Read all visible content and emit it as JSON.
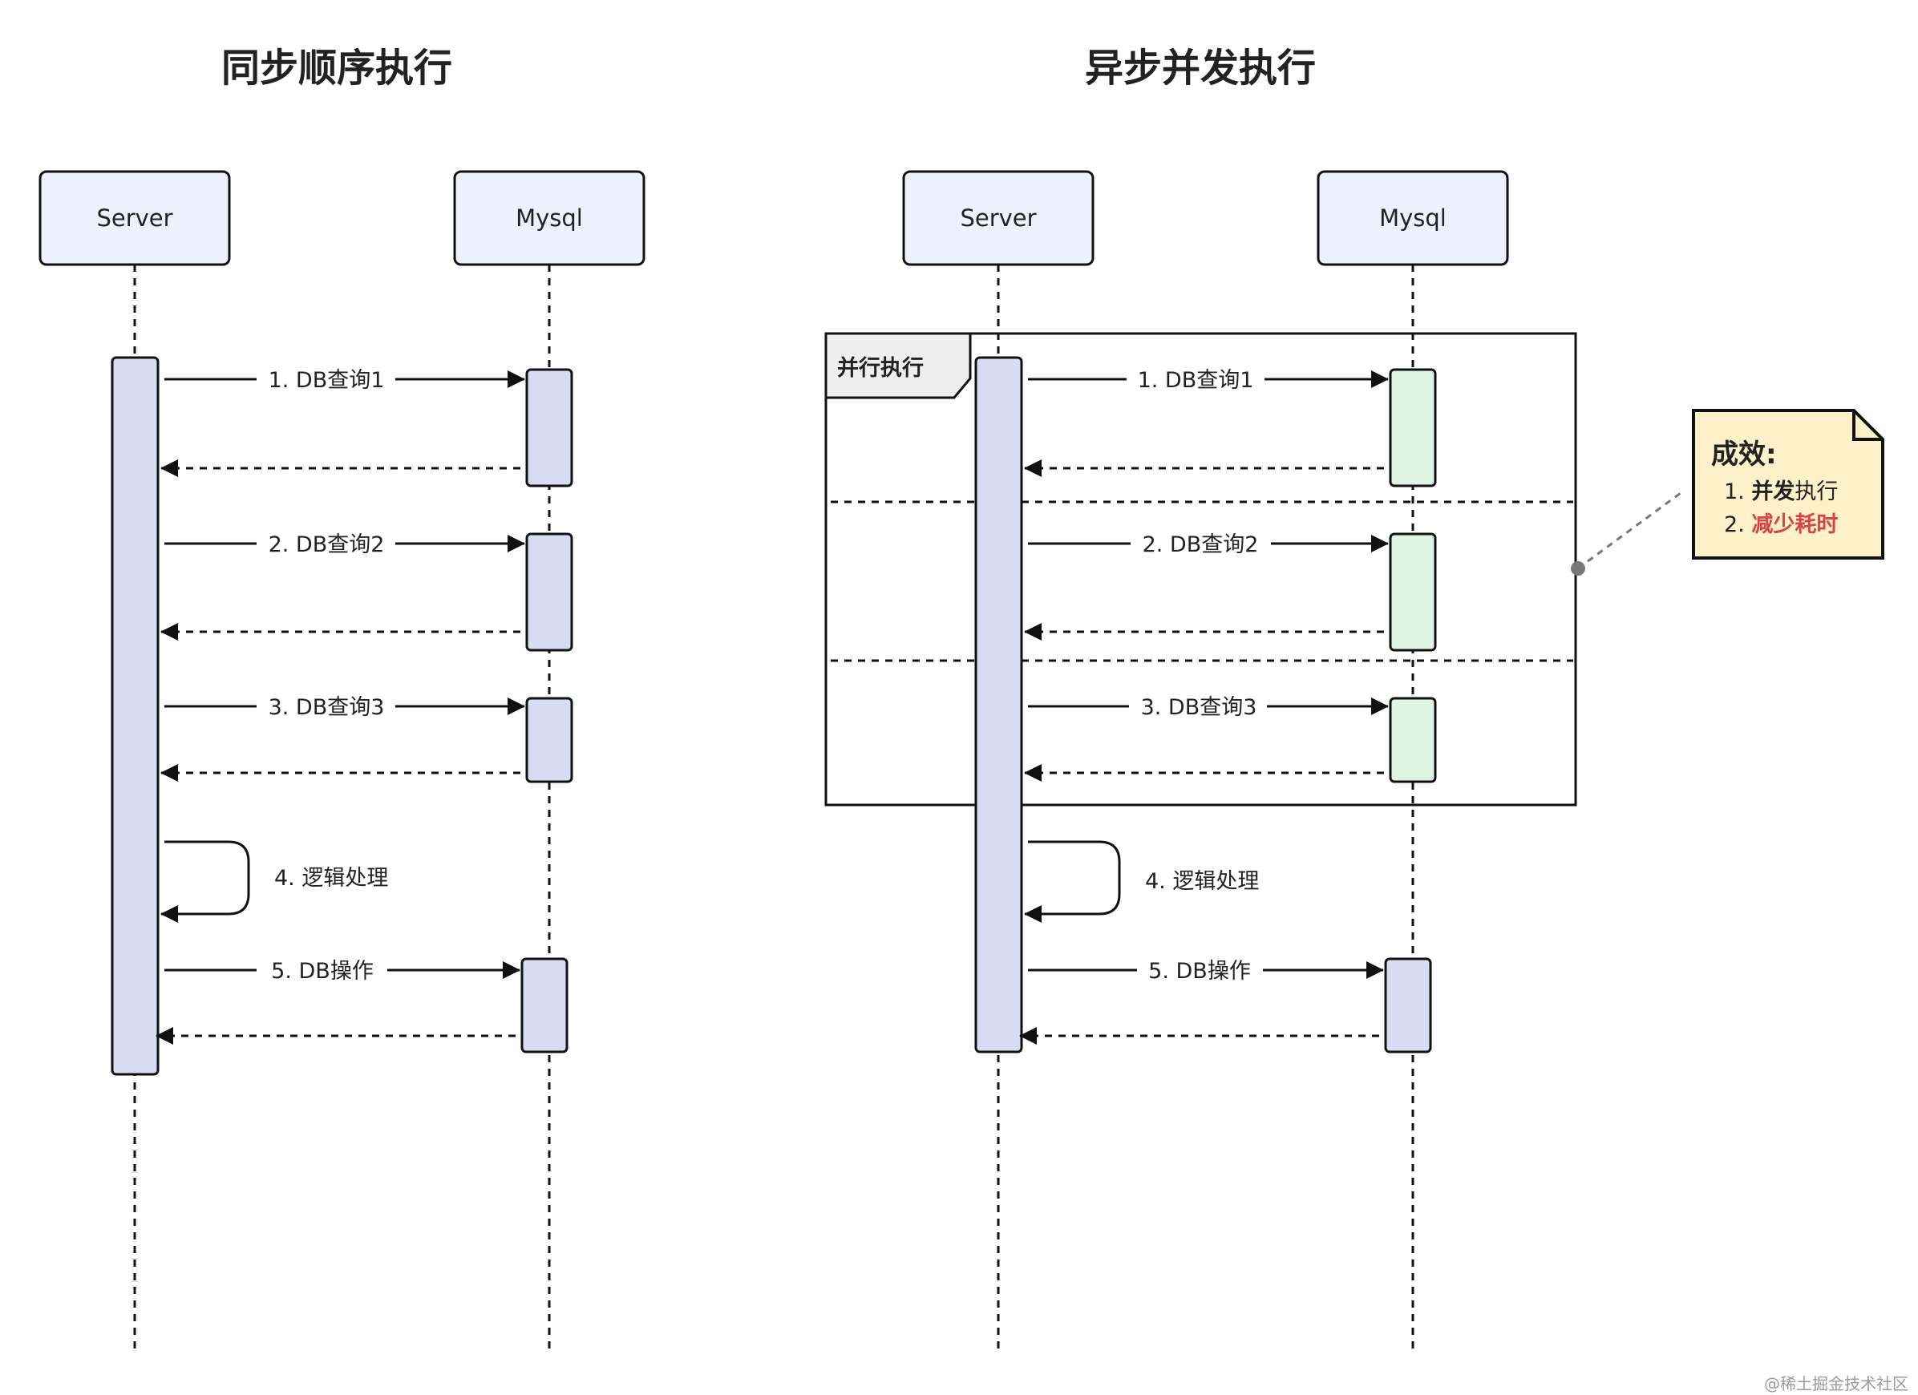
{
  "titles": {
    "sync": "同步顺序执行",
    "async": "异步并发执行"
  },
  "actors": {
    "server": "Server",
    "mysql": "Mysql"
  },
  "messages": {
    "q1": "1. DB查询1",
    "q2": "2. DB查询2",
    "q3": "3. DB查询3",
    "logic": "4. 逻辑处理",
    "op": "5. DB操作"
  },
  "frame": {
    "label": "并行执行"
  },
  "note": {
    "title": "成效:",
    "items": [
      {
        "num": "1. ",
        "strong": "并发",
        "rest": "执行"
      },
      {
        "num": "2. ",
        "strong": "减少耗时",
        "rest": ""
      }
    ]
  },
  "watermark": "@稀土掘金技术社区",
  "colors": {
    "actor_fill": "#eef1fb",
    "activation_fill": "#d8dcf2",
    "parallel_fill": "#e0f4e4",
    "frame_tab_fill": "#eeeeee",
    "note_fill": "#fdf1c9",
    "highlight_red": "#d64545",
    "line": "#111111"
  }
}
